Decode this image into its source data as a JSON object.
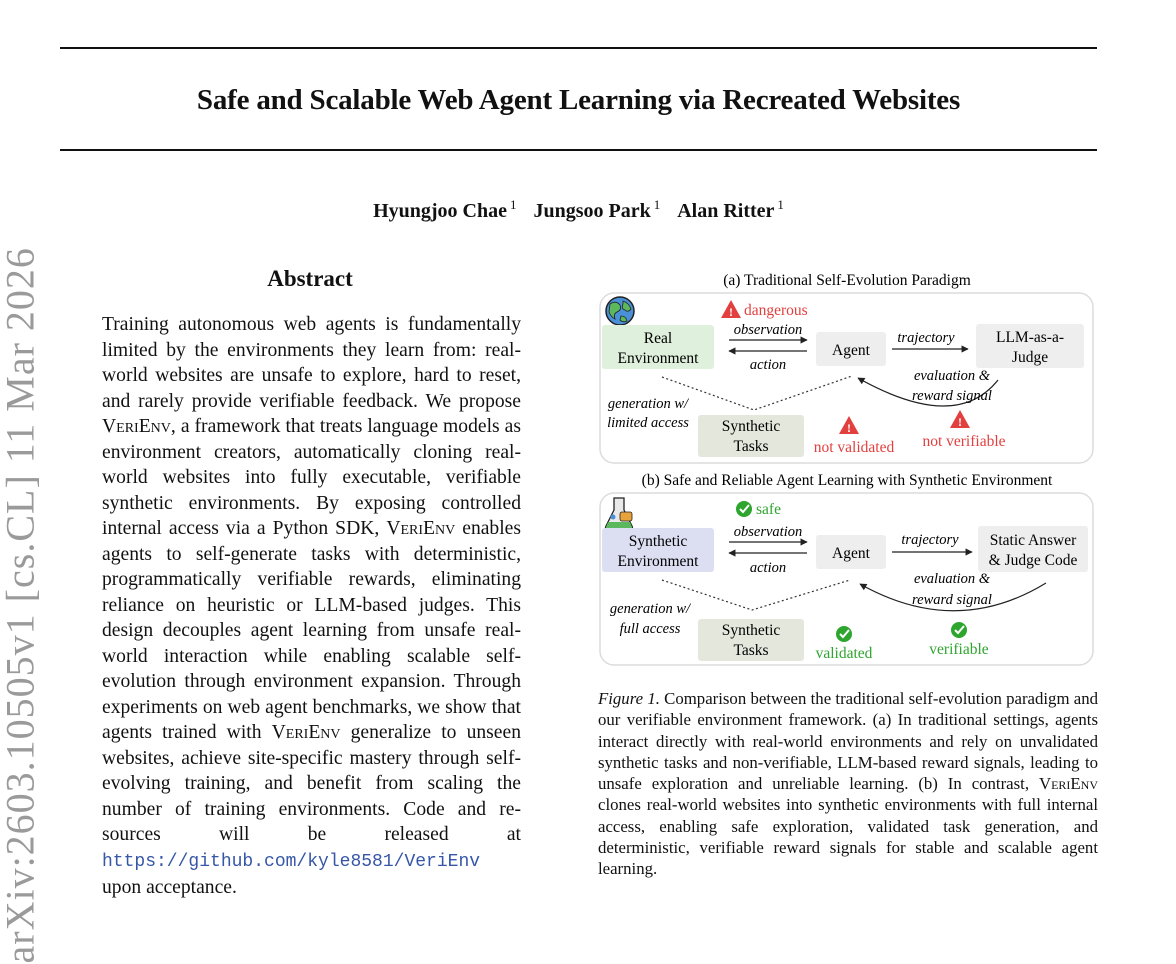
{
  "paper": {
    "title": "Safe and Scalable Web Agent Learning via Recreated Websites",
    "authors": [
      {
        "name": "Hyungjoo Chae",
        "affil": "1"
      },
      {
        "name": "Jungsoo Park",
        "affil": "1"
      },
      {
        "name": "Alan Ritter",
        "affil": "1"
      }
    ],
    "arxiv_stamp": "arXiv:2603.10505v1 [cs.CL] 11 Mar 2026"
  },
  "abstract": {
    "heading": "Abstract",
    "p1": "Training autonomous web agents is fundamen­tally limited by the environments they learn from: real-world websites are unsafe to explore, hard to reset, and rarely provide verifiable feedback. We propose ",
    "name1": "VeriEnv",
    "p2": ", a framework that treats language models as environment creators, auto­matically cloning real-world websites into fully executable, verifiable synthetic environments. By exposing controlled internal access via a Python SDK, ",
    "name2": "VeriEnv",
    "p3": " enables agents to self-generate tasks with deterministic, programmatically veri­fiable rewards, eliminating reliance on heuristic or LLM-based judges.  This design decouples agent learning from unsafe real-world interaction while enabling scalable self-evolution through environment expansion.  Through experiments on web agent benchmarks, we show that agents trained with ",
    "name3": "VeriEnv",
    "p4": " generalize to unseen web­sites, achieve site-specific mastery through self-evolving training, and benefit from scaling the number of training environments.  Code and re­sources will be released at ",
    "link": "https://github.com/kyle8581/VeriEnv",
    "p5": " upon acceptance."
  },
  "figure": {
    "panel_a": {
      "title": "(a) Traditional Self-Evolution Paradigm",
      "env": [
        "Real",
        "Environment"
      ],
      "warning_top": "dangerous",
      "observation": "observation",
      "action": "action",
      "agent": "Agent",
      "trajectory": "trajectory",
      "judge": [
        "LLM-as-a-",
        "Judge"
      ],
      "evaluation": [
        "evaluation &",
        "reward signal"
      ],
      "generation": [
        "generation w/",
        "limited access"
      ],
      "tasks": [
        "Synthetic",
        "Tasks"
      ],
      "status_tasks": "not validated",
      "status_judge": "not verifiable"
    },
    "panel_b": {
      "title": "(b) Safe and Reliable Agent Learning with Synthetic Environment",
      "env": [
        "Synthetic",
        "Environment"
      ],
      "safe_top": "safe",
      "observation": "observation",
      "action": "action",
      "agent": "Agent",
      "trajectory": "trajectory",
      "judge": [
        "Static Answer",
        "& Judge Code"
      ],
      "evaluation": [
        "evaluation &",
        "reward signal"
      ],
      "generation": [
        "generation w/",
        "full access"
      ],
      "tasks": [
        "Synthetic",
        "Tasks"
      ],
      "status_tasks": "validated",
      "status_judge": "verifiable"
    },
    "icons": {
      "globe": "globe-icon",
      "warning": "warning-icon",
      "flask": "flask-icon",
      "check": "check-icon"
    },
    "colors": {
      "danger": "#e2403f",
      "ok": "#2ea52e",
      "real_env": "#dff0dc",
      "synthetic_env": "#dcdff2",
      "node": "#eeeeee",
      "tasks_bg": "#e3e7dc"
    }
  },
  "caption": {
    "label": "Figure 1.",
    "t1": "  Comparison between the traditional self-evolution paradigm and our verifiable environment framework. (a) In tra­ditional settings, agents interact directly with real-world environ­ments and rely on unvalidated synthetic tasks and non-verifiable, LLM-based reward signals, leading to unsafe exploration and un­reliable learning. (b) In contrast, ",
    "name": "VeriEnv",
    "t2": " clones real-world web­sites into synthetic environments with full internal access, enabling safe exploration, validated task generation, and deterministic, veri­fiable reward signals for stable and scalable agent learning."
  }
}
